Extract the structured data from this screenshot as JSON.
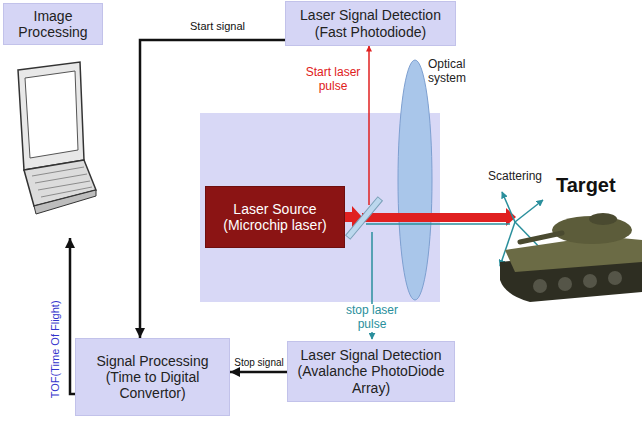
{
  "diagram": {
    "nodes": [
      {
        "text": [
          "Laser Signal Detection (Fast Photodiode)"
        ]
      },
      {
        "text": [
          "Laser Source (Microchip laser)"
        ]
      },
      {
        "text": [
          "Laser Signal Detection (Avalanche PhotoDiode Array)"
        ]
      },
      {
        "text": [
          "Signal Processing (Time to Digital Convertor)"
        ]
      },
      {
        "text": [
          "Image Processing"
        ]
      }
    ],
    "edges": [
      {
        "from": 0,
        "to": 3,
        "label": "Start signal",
        "arrow": "to"
      },
      {
        "from": 2,
        "to": 3,
        "label": "Stop signal",
        "arrow": "to"
      },
      {
        "from": 3,
        "to": 4,
        "label": "TOF(Time Of Flight)",
        "arrow": "to"
      }
    ],
    "labels": [
      "Optical system",
      "Start laser pulse",
      "Scattering",
      "Target",
      "stop laser pulse"
    ]
  }
}
